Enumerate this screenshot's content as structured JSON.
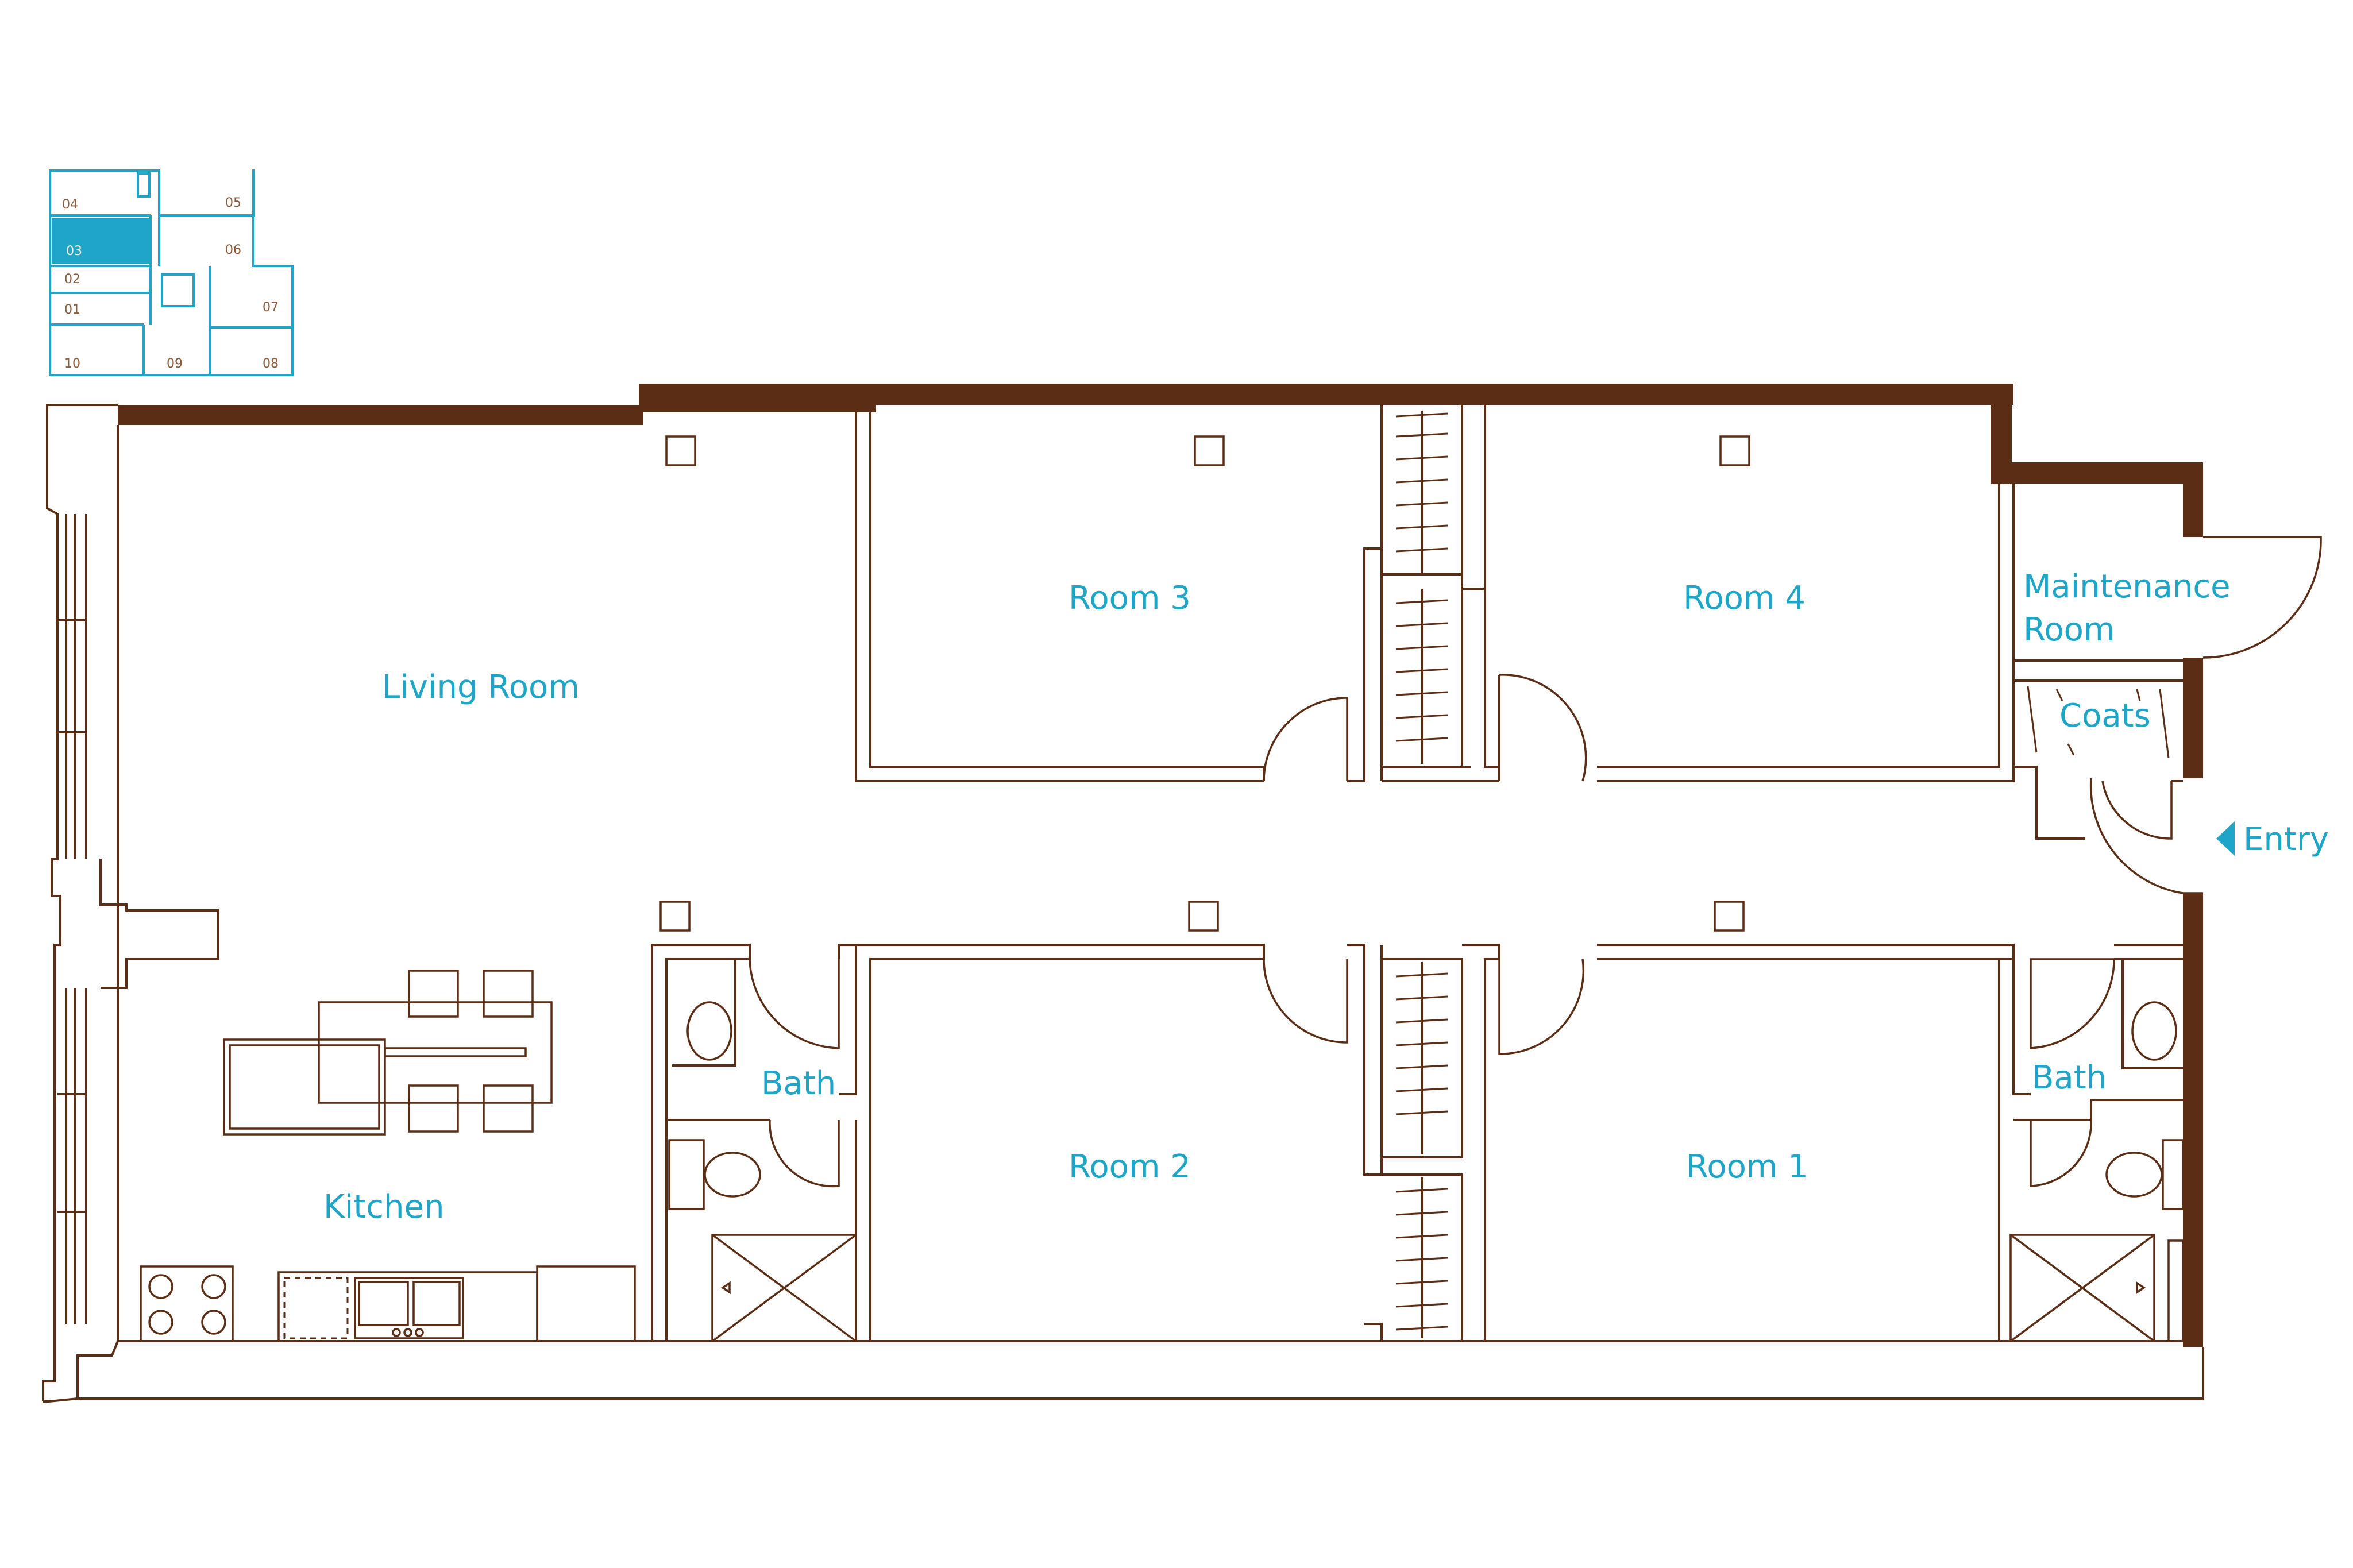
{
  "colors": {
    "wall": "#5a2d14",
    "label": "#1ea5c8",
    "key_number": "#8a5a3a",
    "background": "#ffffff"
  },
  "key_plan": {
    "units": [
      "04",
      "05",
      "03",
      "06",
      "02",
      "01",
      "07",
      "10",
      "09",
      "08"
    ],
    "selected_unit": "03"
  },
  "rooms": {
    "living_room": "Living Room",
    "room3": "Room 3",
    "room4": "Room 4",
    "maintenance_line1": "Maintenance",
    "maintenance_line2": "Room",
    "coats": "Coats",
    "entry": "Entry",
    "kitchen": "Kitchen",
    "bath_left": "Bath",
    "bath_right": "Bath",
    "room2": "Room 2",
    "room1": "Room 1"
  },
  "icons": {
    "entry_arrow": "entry-arrow-icon"
  }
}
